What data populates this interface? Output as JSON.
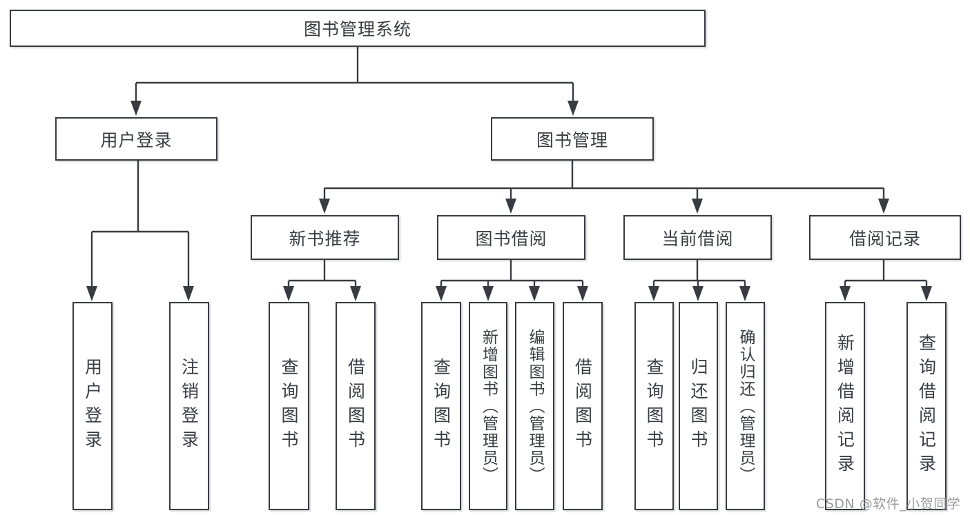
{
  "colors": {
    "line": "#383b40",
    "box_border": "#383b40",
    "text": "#3a3d42",
    "background": "#ffffff",
    "watermark": "#9a9b9f"
  },
  "watermark": {
    "text": "CSDN @软件_小贺同学"
  },
  "tree": {
    "label": "图书管理系统",
    "children": [
      {
        "label": "用户登录",
        "children": [
          {
            "label": "用户登录"
          },
          {
            "label": "注销登录"
          }
        ]
      },
      {
        "label": "图书管理",
        "children": [
          {
            "label": "新书推荐",
            "children": [
              {
                "label": "查询图书"
              },
              {
                "label": "借阅图书"
              }
            ]
          },
          {
            "label": "图书借阅",
            "children": [
              {
                "label": "查询图书"
              },
              {
                "label": "新增图书（管理员）"
              },
              {
                "label": "编辑图书（管理员）"
              },
              {
                "label": "借阅图书"
              }
            ]
          },
          {
            "label": "当前借阅",
            "children": [
              {
                "label": "查询图书"
              },
              {
                "label": "归还图书"
              },
              {
                "label": "确认归还（管理员）"
              }
            ]
          },
          {
            "label": "借阅记录",
            "children": [
              {
                "label": "新增借阅记录"
              },
              {
                "label": "查询借阅记录"
              }
            ]
          }
        ]
      }
    ]
  }
}
